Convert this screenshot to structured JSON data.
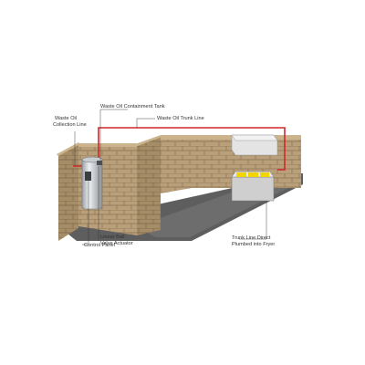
{
  "labels": {
    "waste_oil_containment_tank": "Waste Oil Containment Tank",
    "waste_oil_collection_line_1": "Waste Oil",
    "waste_oil_collection_line_2": "Collection Line",
    "waste_oil_trunk_line": "Waste Oil Trunk Line",
    "linear_ball_valve_actuator_1": "Linear Ball",
    "linear_ball_valve_actuator_2": "Valve Actuator",
    "control_panel": "Control Panel",
    "trunk_line_direct_1": "Trunk Line Direct",
    "trunk_line_direct_2": "Plumbed into Fryer"
  },
  "colors": {
    "brick": "#b9a07a",
    "brick_dark": "#9c8462",
    "mortar": "#8a7355",
    "floor": "#5c5c5c",
    "floor_light": "#6e6e6e",
    "trunk_line": "#d0282b",
    "tank": "#d6d9dc",
    "fryer_oil": "#f2d400",
    "hood": "#e4e4e4"
  }
}
